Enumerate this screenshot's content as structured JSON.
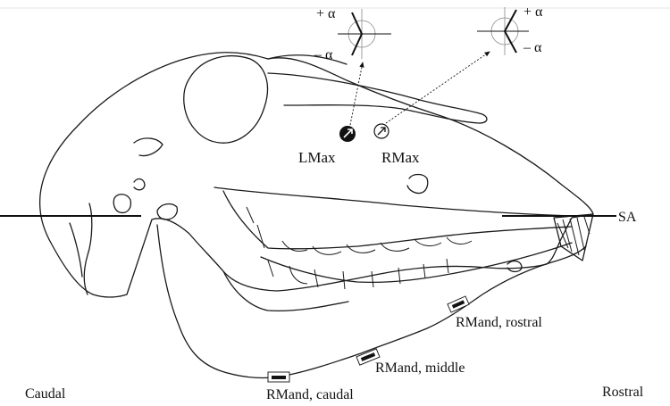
{
  "labels": {
    "lmax": "LMax",
    "rmax": "RMax",
    "sa": "SA",
    "rmand_rostral": "RMand, rostral",
    "rmand_middle": "RMand, middle",
    "rmand_caudal": "RMand, caudal",
    "caudal": "Caudal",
    "rostral": "Rostral"
  },
  "angle_glyphs": {
    "left_plus": "+ α",
    "left_minus": "– α",
    "right_plus": "+ α",
    "right_minus": "– α"
  }
}
